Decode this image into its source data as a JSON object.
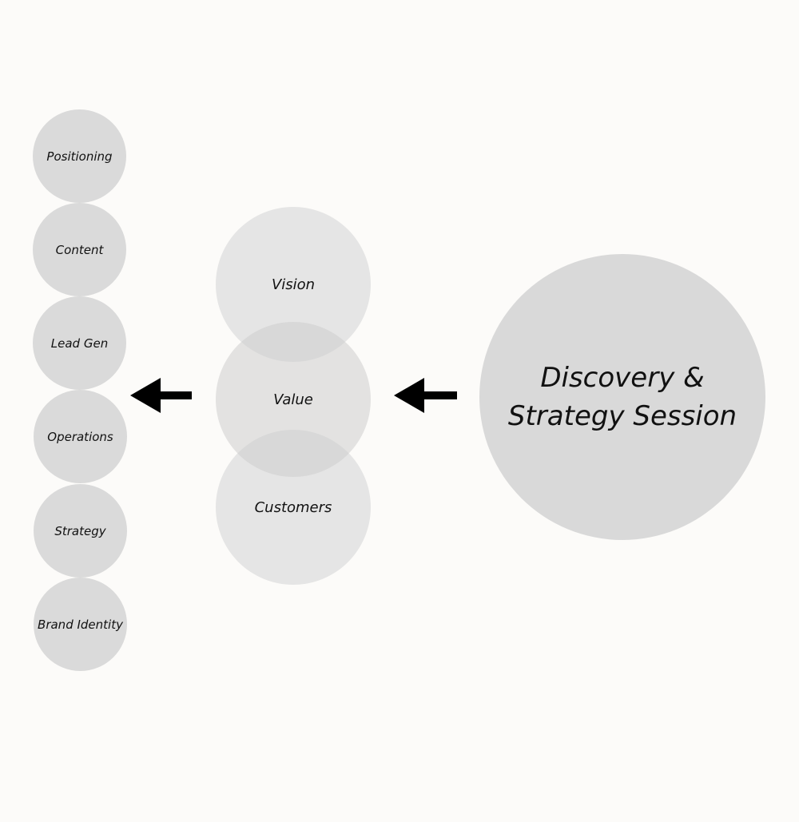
{
  "main_circle": {
    "line1": "Discovery &",
    "line2": "Strategy Session"
  },
  "middle_circles": [
    {
      "label": "Vision"
    },
    {
      "label": "Value"
    },
    {
      "label": "Customers"
    }
  ],
  "left_circles": [
    {
      "label": "Positioning"
    },
    {
      "label": "Content"
    },
    {
      "label": "Lead Gen"
    },
    {
      "label": "Operations"
    },
    {
      "label": "Strategy"
    },
    {
      "label": "Brand Identity"
    }
  ],
  "colors": {
    "background": "#fcfbf9",
    "circle": "#d9d9d9",
    "arrow": "#000000",
    "text": "#111111"
  },
  "icons": [
    "arrow-left-icon",
    "arrow-left-icon"
  ]
}
